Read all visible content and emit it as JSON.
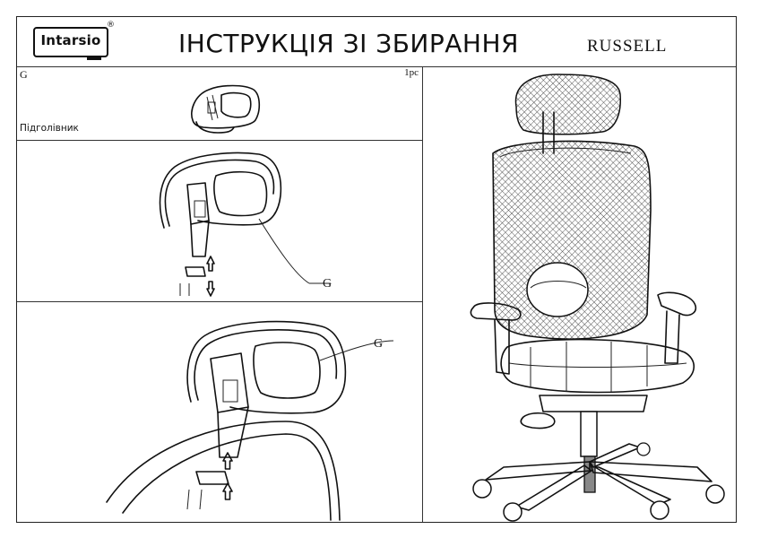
{
  "header": {
    "brand": "Intarsio",
    "brand_mark": "®",
    "title": "ІНСТРУКЦІЯ ЗІ ЗБИРАННЯ",
    "model": "RUSSELL"
  },
  "parts": [
    {
      "id": "G",
      "quantity": "1pc",
      "name": "Підголівник"
    }
  ],
  "steps": [
    {
      "callout": "G"
    },
    {
      "callout": "G"
    }
  ]
}
